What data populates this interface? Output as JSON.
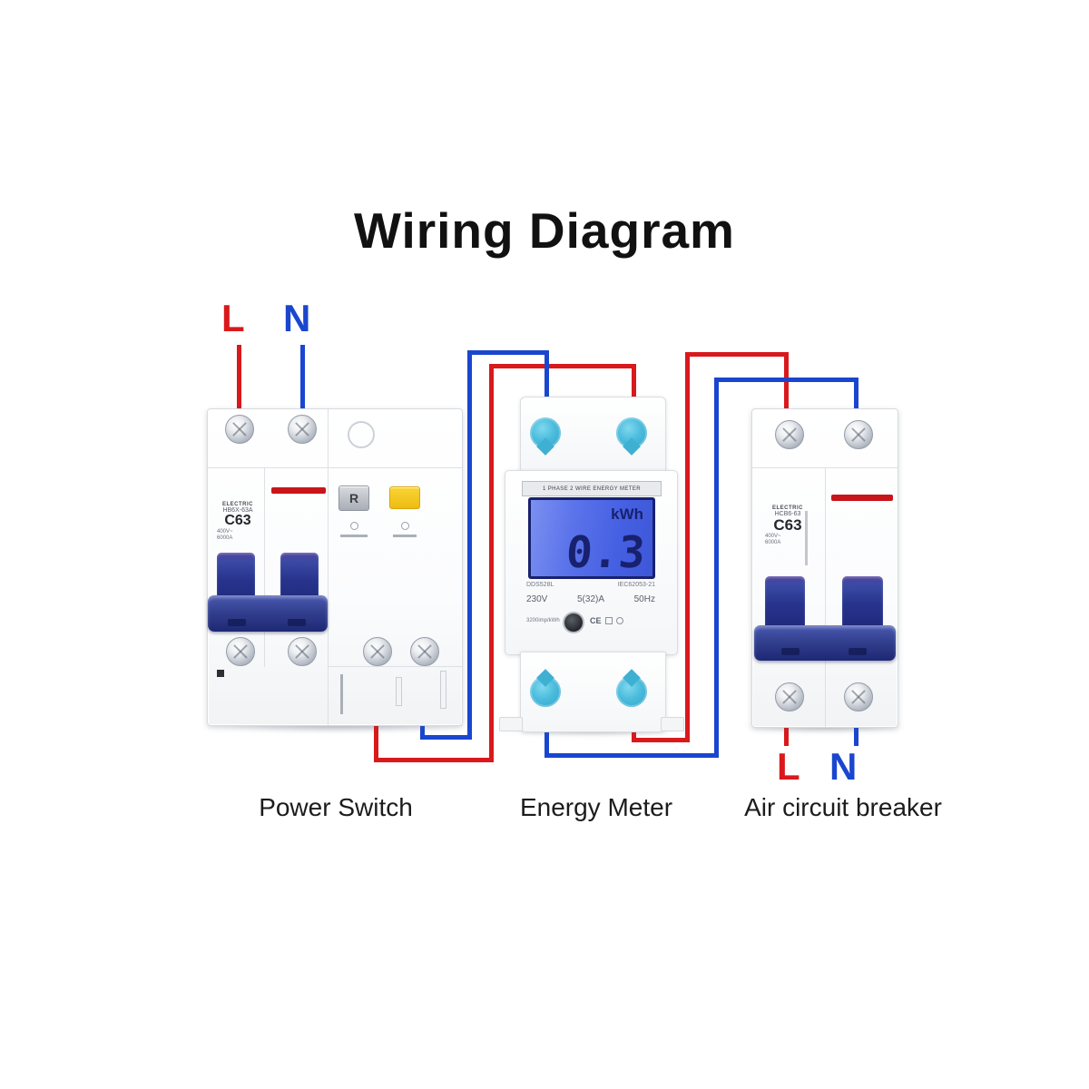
{
  "title": "Wiring Diagram",
  "colors": {
    "line_red": "#d9191c",
    "line_blue": "#1a46cf",
    "terminal_cyan": "#4cbcdd",
    "lcd_blue": "#4a63e6",
    "lcd_navy": "#18216e",
    "toggle_blue": "#28338c",
    "button_yellow": "#eebd12",
    "indicator_red": "#c8151a"
  },
  "top_terminals": {
    "live": "L",
    "neutral": "N"
  },
  "bottom_terminals": {
    "live": "L",
    "neutral": "N"
  },
  "power_switch": {
    "caption": "Power Switch",
    "brand": "ELECTRIC",
    "model": "HB6X-63A",
    "rating": "C63",
    "spec_lines": [
      "400V~",
      "6000A"
    ],
    "reset_button": "R"
  },
  "energy_meter": {
    "caption": "Energy Meter",
    "header": "1 PHASE 2 WIRE ENERGY METER",
    "lcd_unit": "kWh",
    "lcd_value": "0.3",
    "model": "DDS528L",
    "standard": "IEC62053-21",
    "voltage": "230V",
    "current": "5(32)A",
    "frequency": "50Hz",
    "impulse_rate": "3200imp/kWh",
    "cert": "CE"
  },
  "air_breaker": {
    "caption": "Air circuit breaker",
    "brand": "ELECTRIC",
    "model": "HCB6-63",
    "rating": "C63",
    "spec_lines": [
      "400V~",
      "6000A"
    ]
  }
}
